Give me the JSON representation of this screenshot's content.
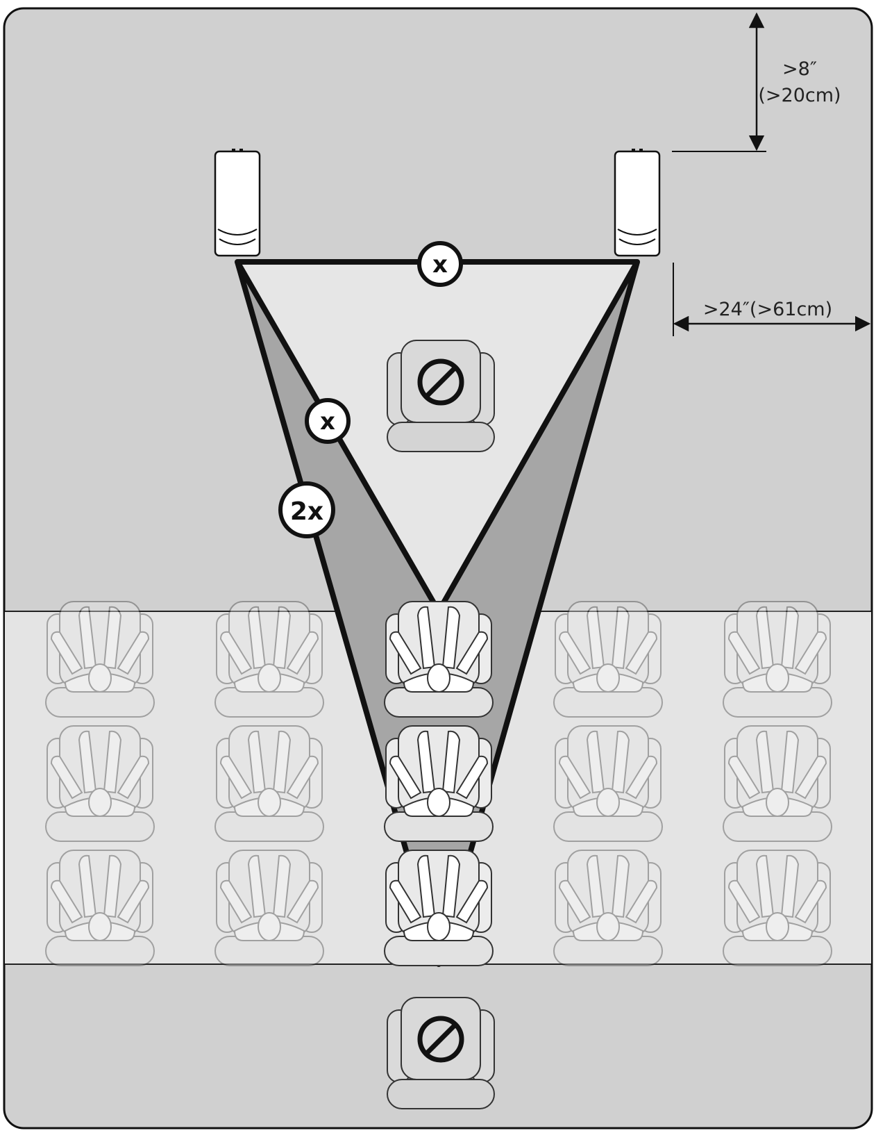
{
  "dimensions": {
    "wall_clearance": ">8″",
    "wall_clearance_metric": "(>20cm)",
    "side_clearance": ">24″(>61cm)"
  },
  "badges": {
    "speaker_spacing": "x",
    "min_distance": "x",
    "max_distance": "2x"
  },
  "seating": {
    "rows": 3,
    "columns": 5,
    "highlighted_column": 3
  },
  "icons": {
    "prohibited_front_seat": "prohibited-icon",
    "prohibited_rear_seat": "prohibited-icon"
  },
  "colors": {
    "room_background": "#d0d0d0",
    "listening_zone": "#e4e4e4",
    "near_triangle": "#e6e6e6",
    "far_triangle": "#a6a6a6",
    "outline": "#111111"
  }
}
